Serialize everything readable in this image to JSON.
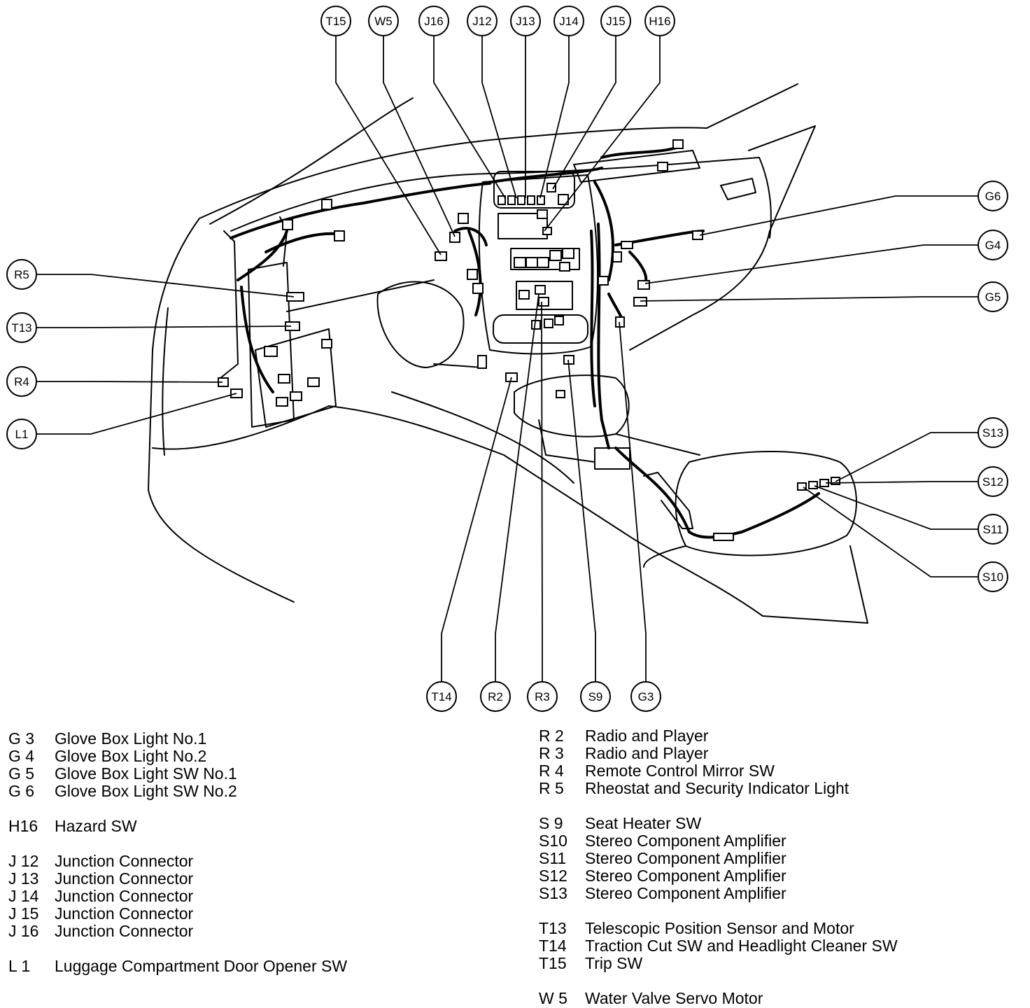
{
  "callouts": {
    "T15": "T15",
    "W5": "W5",
    "J16": "J16",
    "J12": "J12",
    "J13": "J13",
    "J14": "J14",
    "J15": "J15",
    "H16": "H16",
    "G6": "G6",
    "G4": "G4",
    "G5": "G5",
    "R5": "R5",
    "T13": "T13",
    "R4": "R4",
    "L1": "L1",
    "S13": "S13",
    "S12": "S12",
    "S11": "S11",
    "S10": "S10",
    "T14": "T14",
    "R2": "R2",
    "R3": "R3",
    "S9": "S9",
    "G3": "G3"
  },
  "legend_left": [
    [
      {
        "code": "G 3",
        "desc": "Glove Box Light No.1"
      },
      {
        "code": "G 4",
        "desc": "Glove Box Light No.2"
      },
      {
        "code": "G 5",
        "desc": "Glove Box Light SW No.1"
      },
      {
        "code": "G 6",
        "desc": "Glove Box Light SW No.2"
      }
    ],
    [
      {
        "code": "H16",
        "desc": "Hazard SW"
      }
    ],
    [
      {
        "code": "J 12",
        "desc": "Junction Connector"
      },
      {
        "code": "J 13",
        "desc": "Junction Connector"
      },
      {
        "code": "J 14",
        "desc": "Junction Connector"
      },
      {
        "code": "J 15",
        "desc": "Junction Connector"
      },
      {
        "code": "J 16",
        "desc": "Junction Connector"
      }
    ],
    [
      {
        "code": "L 1",
        "desc": "Luggage Compartment Door Opener SW"
      }
    ]
  ],
  "legend_right": [
    [
      {
        "code": "R 2",
        "desc": "Radio and Player"
      },
      {
        "code": "R 3",
        "desc": "Radio and Player"
      },
      {
        "code": "R 4",
        "desc": "Remote Control Mirror SW"
      },
      {
        "code": "R 5",
        "desc": "Rheostat and Security Indicator Light"
      }
    ],
    [
      {
        "code": "S 9",
        "desc": "Seat Heater SW"
      },
      {
        "code": "S10",
        "desc": "Stereo Component Amplifier"
      },
      {
        "code": "S11",
        "desc": "Stereo Component Amplifier"
      },
      {
        "code": "S12",
        "desc": "Stereo Component Amplifier"
      },
      {
        "code": "S13",
        "desc": "Stereo Component Amplifier"
      }
    ],
    [
      {
        "code": "T13",
        "desc": "Telescopic Position Sensor and Motor"
      },
      {
        "code": "T14",
        "desc": "Traction Cut SW and Headlight Cleaner SW"
      },
      {
        "code": "T15",
        "desc": "Trip SW"
      }
    ],
    [
      {
        "code": "W 5",
        "desc": "Water Valve Servo Motor"
      }
    ]
  ]
}
